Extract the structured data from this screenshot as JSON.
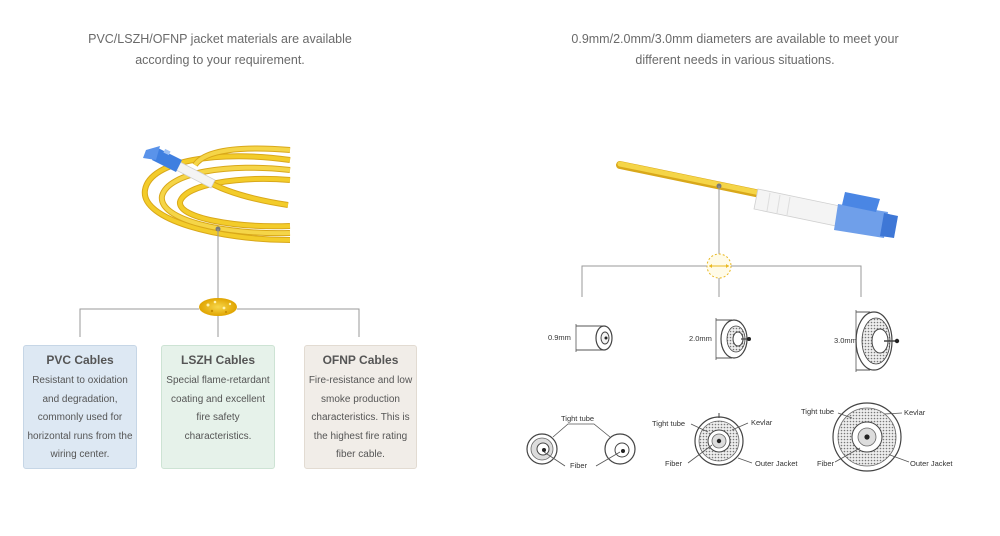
{
  "left_caption": {
    "line1": "PVC/LSZH/OFNP jacket materials are available",
    "line2": "according to your requirement."
  },
  "right_caption": {
    "line1": "0.9mm/2.0mm/3.0mm diameters are available to meet your",
    "line2": "different needs in various situations."
  },
  "cards": [
    {
      "title": "PVC Cables",
      "desc": "Resistant to oxidation and degradation, commonly used for horizontal runs from the wiring center."
    },
    {
      "title": "LSZH Cables",
      "desc": "Special flame-retardant coating and excellent fire safety characteristics."
    },
    {
      "title": "OFNP Cables",
      "desc": "Fire-resistance and low smoke production characteristics. This is the highest fire rating fiber cable."
    }
  ],
  "diameters": {
    "d09": "0.9mm",
    "d20": "2.0mm",
    "d30": "3.0mm"
  },
  "cross_section_labels": {
    "tight_tube": "Tight tube",
    "fiber": "Fiber",
    "kevlar": "Kevlar",
    "outer_jacket": "Outer Jacket"
  },
  "colors": {
    "cable_yellow": "#f3cc2a",
    "connector_blue": "#3f7fe0",
    "line_gray": "#9a9a9a",
    "pvc_card": "#dde8f3",
    "lszh_card": "#e6f2ea",
    "ofnp_card": "#f1ede8"
  }
}
